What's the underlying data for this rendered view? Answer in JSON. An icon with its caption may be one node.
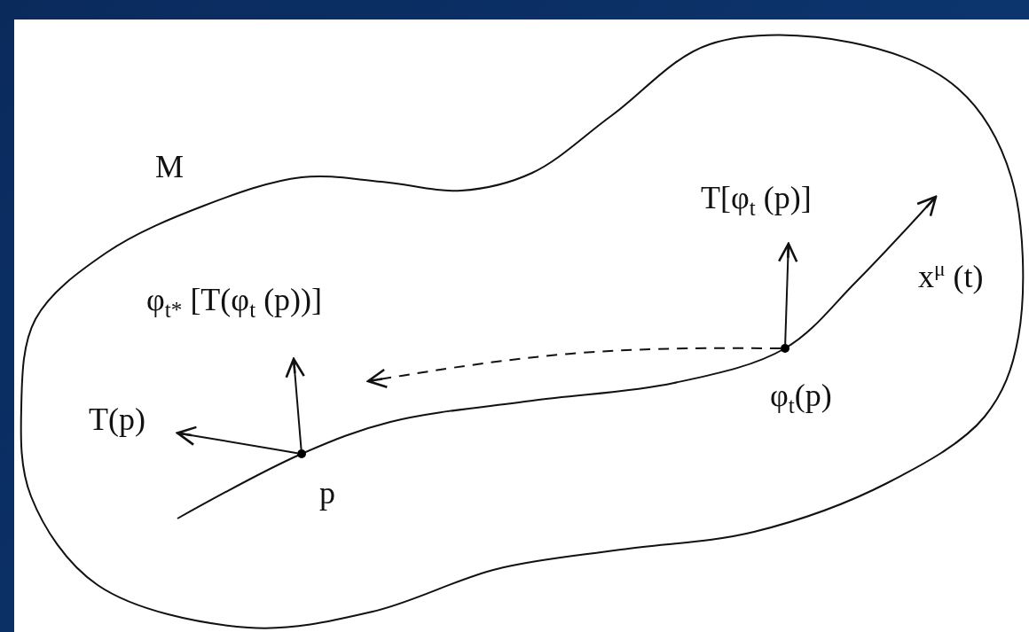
{
  "diagram": {
    "nodes": [
      {
        "text": [
          "M"
        ]
      },
      {
        "text": [
          "T[φ$_{t}$ (p)]"
        ],
        "in": 0
      },
      {
        "text": [
          "φ$_{t*}$ [T(φ$_{t}$  (p))]"
        ],
        "in": 0
      },
      {
        "text": [
          "T(p)"
        ],
        "in": 0
      },
      {
        "text": [],
        "shape": "circle",
        "beside": [
          "p"
        ],
        "in": 0
      },
      {
        "text": [],
        "shape": "circle",
        "beside": [
          "φ$_{t}$(p)"
        ],
        "in": 0
      }
    ],
    "edges": [
      {
        "from": 4,
        "to": 3,
        "arrow": "to"
      },
      {
        "from": 4,
        "to": 2,
        "arrow": "to"
      },
      {
        "from": 5,
        "to": 1,
        "arrow": "to"
      },
      {
        "from": 5,
        "to": null,
        "arrow": "to",
        "style": "dashed"
      }
    ],
    "labels": [
      "x$^{μ}$ (t)"
    ]
  }
}
